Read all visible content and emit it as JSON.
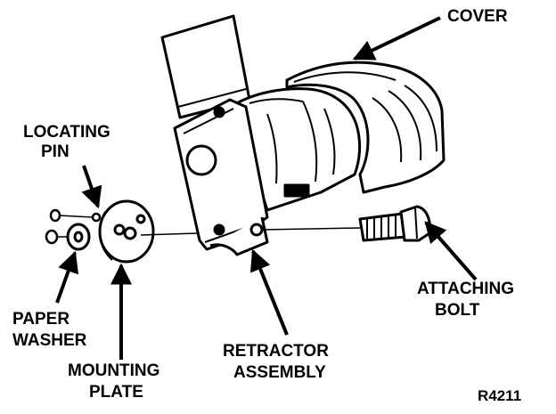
{
  "diagram": {
    "labels": {
      "cover": "COVER",
      "locating_pin": [
        "LOCATING",
        "PIN"
      ],
      "paper_washer": [
        "PAPER",
        "WASHER"
      ],
      "mounting_plate": [
        "MOUNTING",
        "PLATE"
      ],
      "retractor_assembly": [
        "RETRACTOR",
        "ASSEMBLY"
      ],
      "attaching_bolt": [
        "ATTACHING",
        "BOLT"
      ],
      "figure_code": "R4211"
    },
    "colors": {
      "line": "#000000",
      "background": "#ffffff"
    }
  }
}
